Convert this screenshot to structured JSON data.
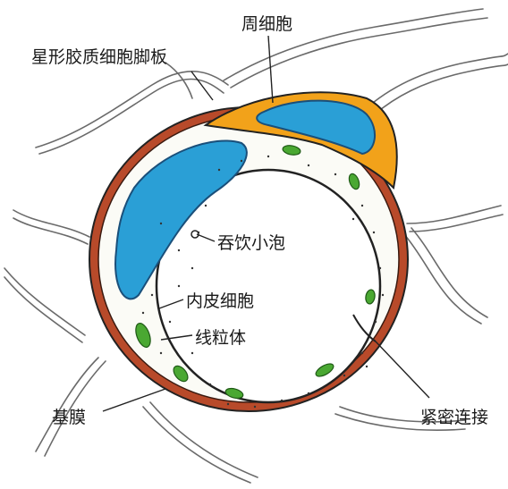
{
  "diagram": {
    "labels": {
      "astrocyte_endfeet": "星形胶质细胞脚板",
      "pericyte": "周细胞",
      "pinocytotic_vesicle": "吞饮小泡",
      "endothelial_cell": "内皮细胞",
      "mitochondria": "线粒体",
      "basement_membrane": "基膜",
      "tight_junction": "紧密连接"
    },
    "colors": {
      "nucleus": "#2a9fd6",
      "nucleus_outline": "#1a4f7a",
      "pericyte_cytoplasm": "#f2a21a",
      "basement_membrane": "#b84a2a",
      "mitochondria": "#4aa832",
      "outline": "#222222",
      "astrocyte_line": "#666666"
    }
  }
}
